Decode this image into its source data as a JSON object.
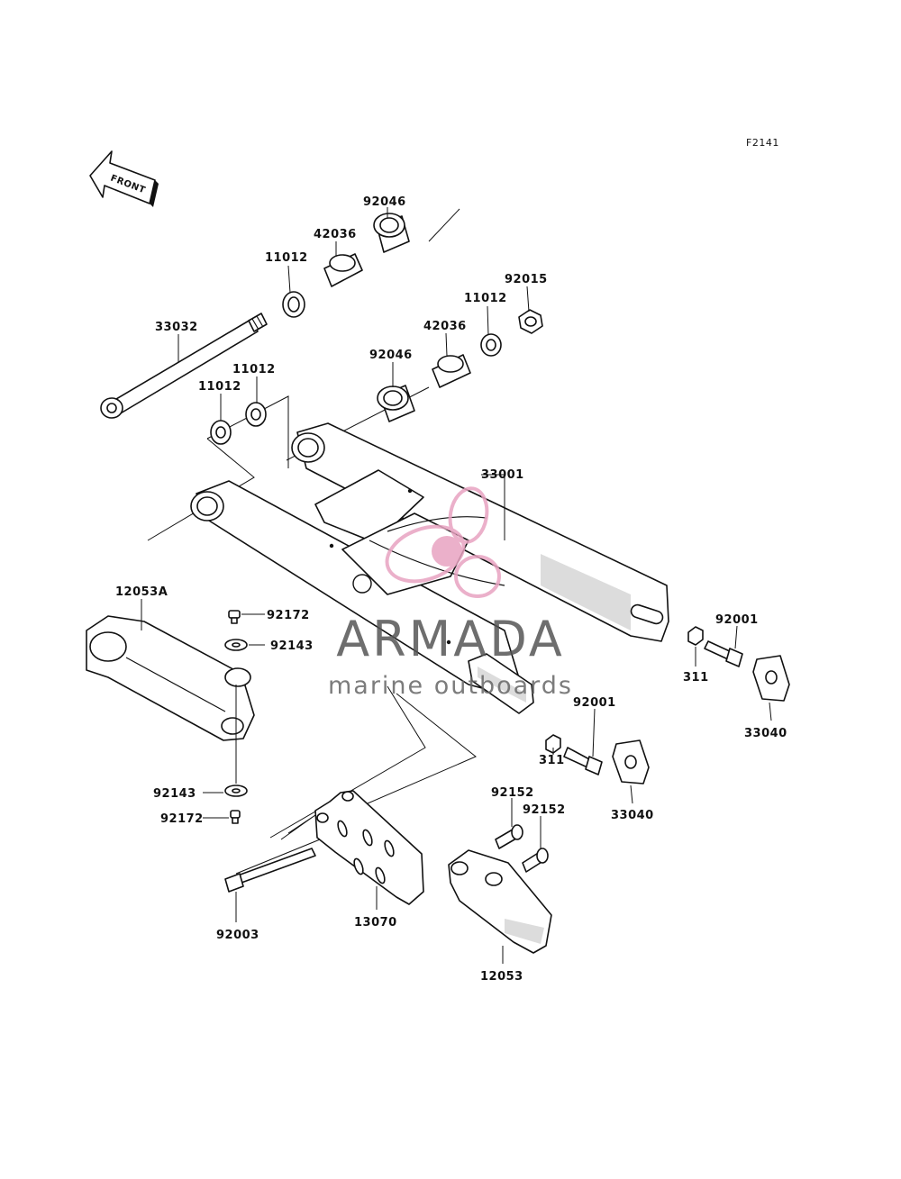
{
  "figure_code": "F2141",
  "front_label": "FRONT",
  "watermark": {
    "brand": "ARMADA",
    "tagline": "marine outboards",
    "brand_color": "#555555",
    "accent_color": "#e8a3c1"
  },
  "labels": {
    "p92046_top": "92046",
    "p42036_top": "42036",
    "p11012_top": "11012",
    "p92015": "92015",
    "p11012_right": "11012",
    "p42036_mid": "42036",
    "p33032": "33032",
    "p92046_mid": "92046",
    "p11012_a": "11012",
    "p11012_b": "11012",
    "p33001": "33001",
    "p12053A": "12053A",
    "p92172_top": "92172",
    "p92143_top": "92143",
    "p92001_right": "92001",
    "p311_right": "311",
    "p33040_right": "33040",
    "p92001_mid": "92001",
    "p311_mid": "311",
    "p33040_mid": "33040",
    "p92143_bot": "92143",
    "p92172_bot": "92172",
    "p92152_a": "92152",
    "p92152_b": "92152",
    "p92003": "92003",
    "p13070": "13070",
    "p12053": "12053"
  }
}
